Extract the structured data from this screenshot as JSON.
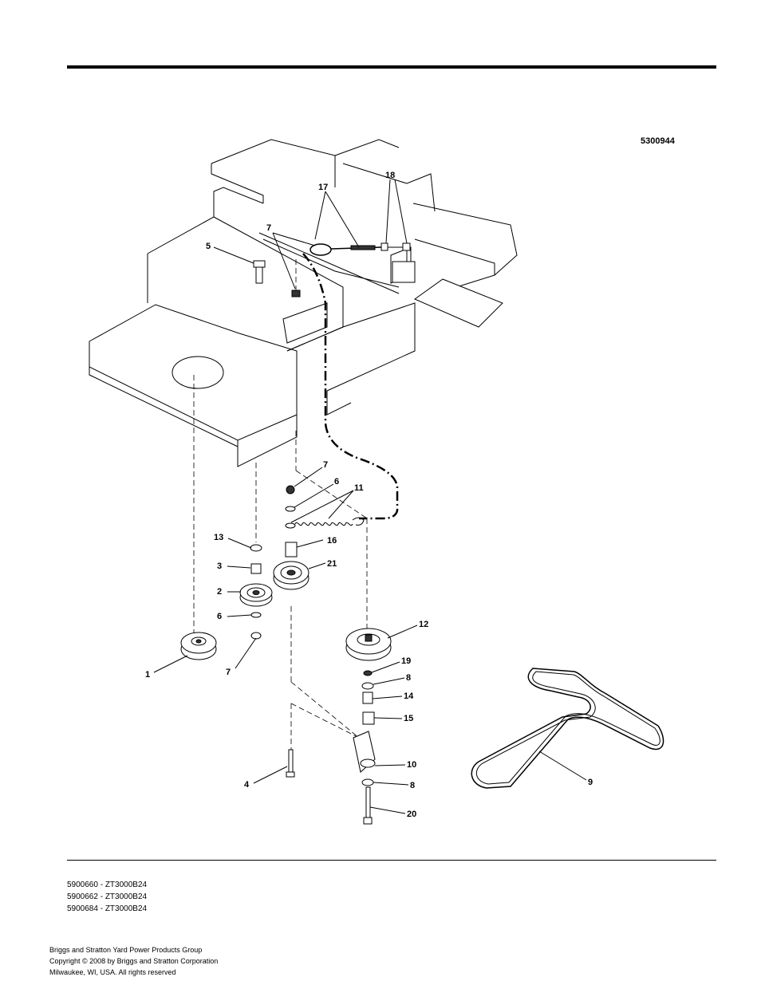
{
  "diagram": {
    "id": "5300944",
    "callouts": [
      "1",
      "2",
      "3",
      "4",
      "5",
      "6",
      "6",
      "7",
      "7",
      "7",
      "8",
      "8",
      "9",
      "10",
      "11",
      "12",
      "13",
      "14",
      "15",
      "16",
      "17",
      "18",
      "19",
      "20",
      "21"
    ]
  },
  "models": [
    "5900660 - ZT3000B24",
    "5900662 - ZT3000B24",
    "5900684 - ZT3000B24"
  ],
  "footer": [
    "Briggs and Stratton Yard Power Products Group",
    "Copyright ©  2008 by Briggs and Stratton Corporation",
    "Milwaukee, WI, USA. All rights reserved"
  ]
}
